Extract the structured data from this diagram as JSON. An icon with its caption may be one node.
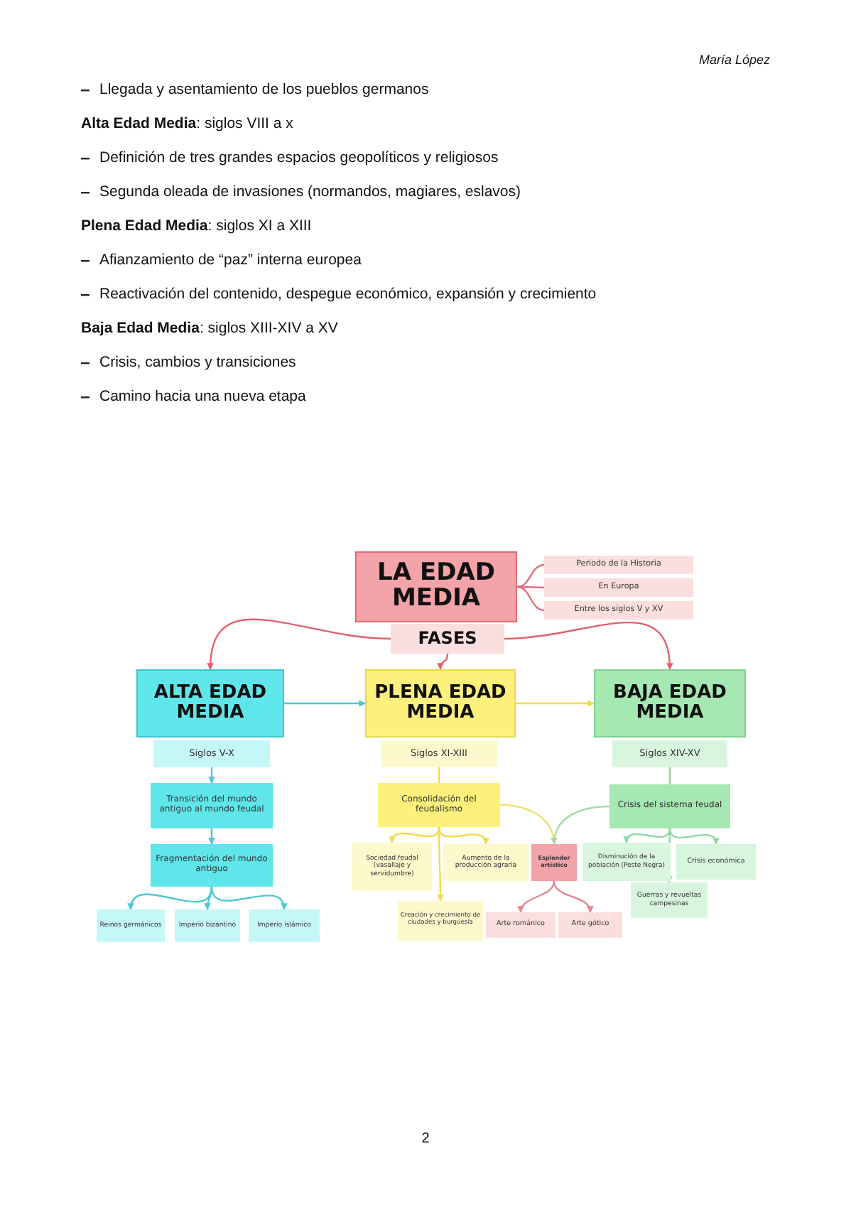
{
  "diagram": {
    "nodes": [
      {
        "text": [
          "LA EDAD MEDIA"
        ]
      },
      {
        "text": [
          "FASES"
        ]
      },
      {
        "text": [
          "Periodo de la Historia"
        ]
      },
      {
        "text": [
          "En Europa"
        ]
      },
      {
        "text": [
          "Entre los siglos V y XV"
        ]
      },
      {
        "text": [
          "ALTA EDAD MEDIA"
        ]
      },
      {
        "text": [
          "Siglos V-X"
        ]
      },
      {
        "text": [
          "Transición del mundo antiguo al mundo feudal"
        ]
      },
      {
        "text": [
          "Fragmentación del mundo antiguo"
        ]
      },
      {
        "text": [
          "Reinos germánicos"
        ]
      },
      {
        "text": [
          "Imperio bizantino"
        ]
      },
      {
        "text": [
          "Imperio islámico"
        ]
      },
      {
        "text": [
          "PLENA EDAD MEDIA"
        ]
      },
      {
        "text": [
          "Siglos XI-XIII"
        ]
      },
      {
        "text": [
          "Consolidación del feudalismo"
        ]
      },
      {
        "text": [
          "Sociedad feudal (vasallaje y servidumbre)"
        ]
      },
      {
        "text": [
          "Aumento de la producción agraria"
        ]
      },
      {
        "text": [
          "Creación y crecimiento de ciudades y burguesía"
        ]
      },
      {
        "text": [
          "Esplendor artístico"
        ]
      },
      {
        "text": [
          "Arte románico"
        ]
      },
      {
        "text": [
          "Arte gótico"
        ]
      },
      {
        "text": [
          "BAJA EDAD MEDIA"
        ]
      },
      {
        "text": [
          "Siglos XIV-XV"
        ]
      },
      {
        "text": [
          "Crisis del sistema feudal"
        ]
      },
      {
        "text": [
          "Disminución de la población (Peste Negra)"
        ]
      },
      {
        "text": [
          "Crisis económica"
        ]
      },
      {
        "text": [
          "Guerras y revueltas campesinas"
        ]
      }
    ],
    "edges": [
      {
        "from": 0,
        "to": 2,
        "arrow": "none",
        "color": "#e0707a"
      },
      {
        "from": 0,
        "to": 3,
        "arrow": "none",
        "color": "#e0707a"
      },
      {
        "from": 0,
        "to": 4,
        "arrow": "none",
        "color": "#e0707a"
      },
      {
        "from": 1,
        "to": 5,
        "arrow": "to",
        "color": "#e0606a"
      },
      {
        "from": 1,
        "to": 12,
        "arrow": "to",
        "color": "#e0606a"
      },
      {
        "from": 1,
        "to": 21,
        "arrow": "to",
        "color": "#e0606a"
      },
      {
        "from": 5,
        "to": 12,
        "arrow": "to",
        "color": "#4cc8d0"
      },
      {
        "from": 12,
        "to": 21,
        "arrow": "to",
        "color": "#f0dc50"
      },
      {
        "from": 6,
        "to": 7,
        "arrow": "to",
        "color": "#4cc8d0"
      },
      {
        "from": 7,
        "to": 8,
        "arrow": "to",
        "color": "#4cc8d0"
      },
      {
        "from": 8,
        "to": 9,
        "arrow": "to",
        "color": "#4cc8d0"
      },
      {
        "from": 8,
        "to": 10,
        "arrow": "to",
        "color": "#4cc8d0"
      },
      {
        "from": 8,
        "to": 11,
        "arrow": "to",
        "color": "#4cc8d0"
      },
      {
        "from": 13,
        "to": 14,
        "arrow": "none",
        "color": "#f0dc50"
      },
      {
        "from": 14,
        "to": 15,
        "arrow": "to",
        "color": "#f0dc50"
      },
      {
        "from": 14,
        "to": 16,
        "arrow": "to",
        "color": "#f0dc50"
      },
      {
        "from": 14,
        "to": 17,
        "arrow": "to",
        "color": "#f0dc50"
      },
      {
        "from": 14,
        "to": 18,
        "arrow": "to",
        "color": "#f0e070"
      },
      {
        "from": 23,
        "to": 18,
        "arrow": "to",
        "color": "#a0dca8"
      },
      {
        "from": 18,
        "to": 19,
        "arrow": "to",
        "color": "#e08890"
      },
      {
        "from": 18,
        "to": 20,
        "arrow": "to",
        "color": "#e08890"
      },
      {
        "from": 22,
        "to": 23,
        "arrow": "none",
        "color": "#90d8a0"
      },
      {
        "from": 23,
        "to": 24,
        "arrow": "to",
        "color": "#90d8a0"
      },
      {
        "from": 23,
        "to": 25,
        "arrow": "to",
        "color": "#90d8a0"
      },
      {
        "from": 23,
        "to": 26,
        "arrow": "to",
        "color": "#90d8a0"
      }
    ],
    "labels": [
      "María López",
      "Llegada y asentamiento de los pueblos germanos",
      "**Alta Edad Media**: siglos VIII a x",
      "Definición de tres grandes espacios geopolíticos y religiosos",
      "Segunda oleada de invasiones (normandos, magiares, eslavos)",
      "**Plena Edad Media**: siglos XI a XIII",
      "Afianzamiento de “paz” interna europea",
      "Reactivación del contenido, despegue económico, expansión y crecimiento",
      "**Baja Edad Media**: siglos XIII-XIV a XV",
      "Crisis, cambios y transiciones",
      "Camino hacia una nueva etapa",
      "2"
    ]
  }
}
